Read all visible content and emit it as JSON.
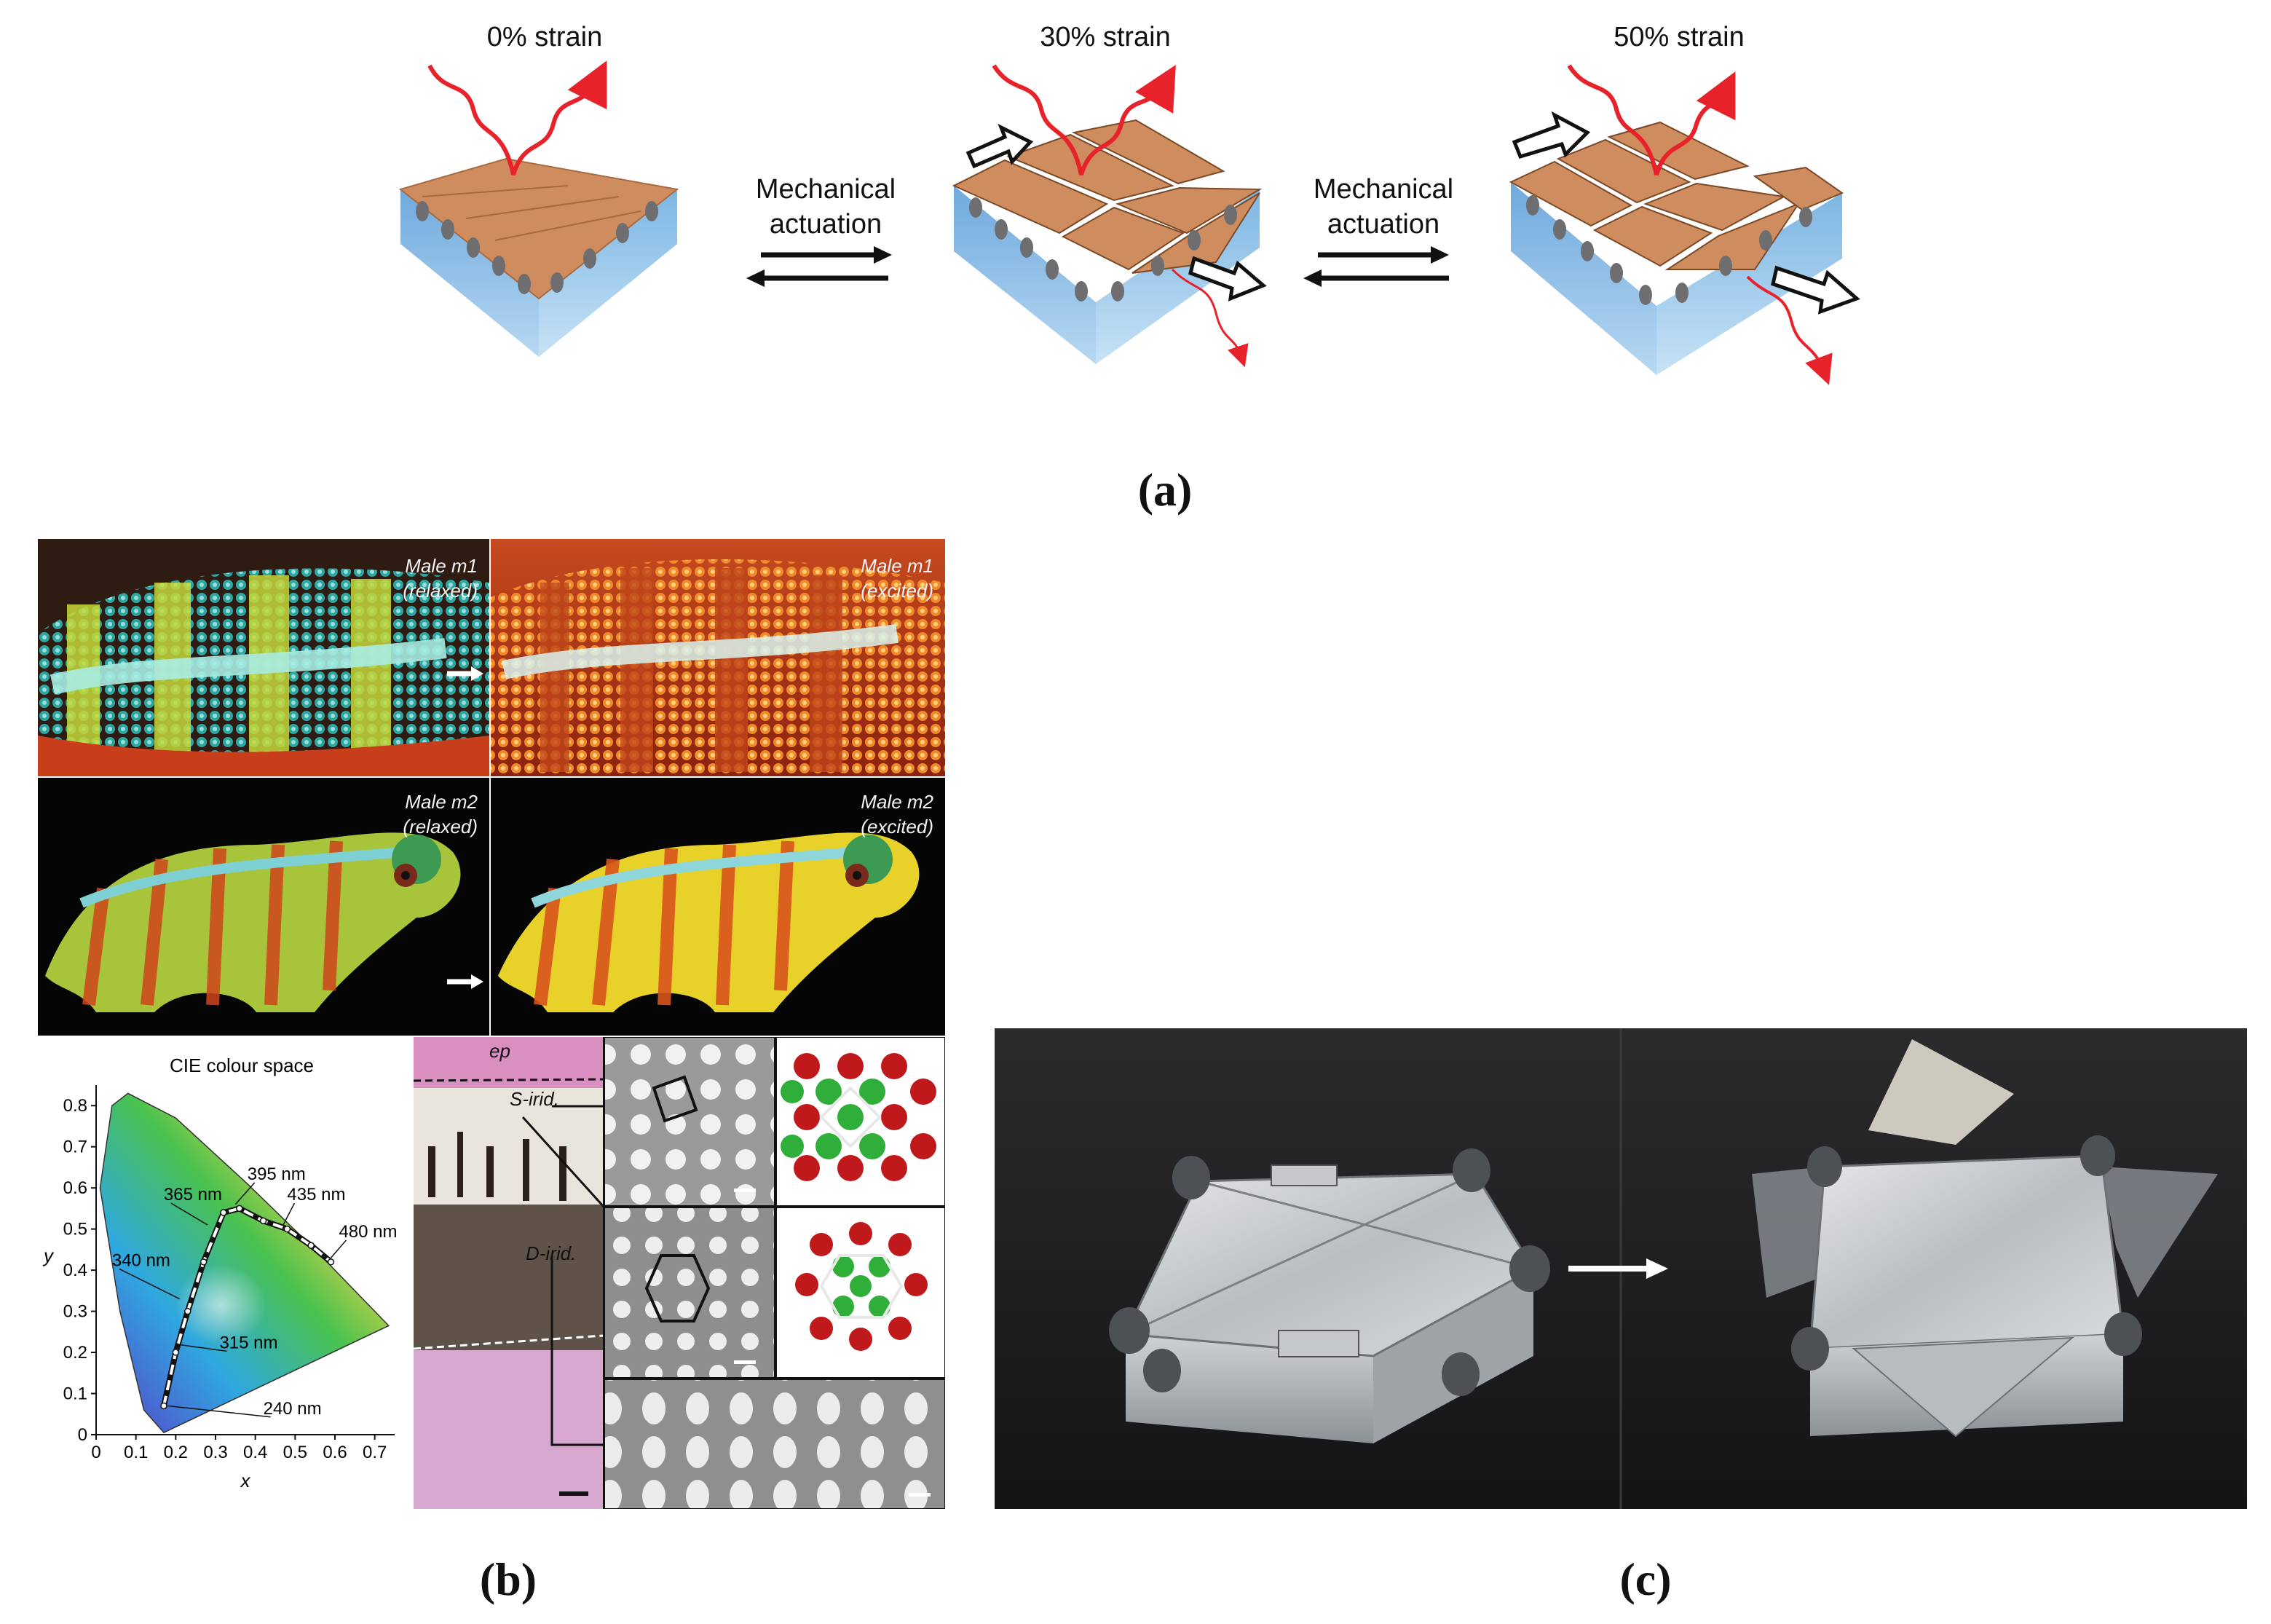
{
  "panel_a": {
    "states": [
      {
        "label": "0% strain"
      },
      {
        "label": "30% strain"
      },
      {
        "label": "50% strain"
      }
    ],
    "transition_label": "Mechanical actuation",
    "panel_label": "(a)",
    "colors": {
      "plates": "#cf8c5e",
      "substrate": "#8ec3ea",
      "light": "#e8222a"
    }
  },
  "panel_b": {
    "photo_labels": [
      {
        "name": "Male m1",
        "state": "(relaxed)"
      },
      {
        "name": "Male m1",
        "state": "(excited)"
      },
      {
        "name": "Male m2",
        "state": "(relaxed)"
      },
      {
        "name": "Male m2",
        "state": "(excited)"
      }
    ],
    "cie_chart": {
      "title": "CIE colour space",
      "xlabel": "x",
      "ylabel": "y",
      "x_ticks": [
        "0",
        "0.1",
        "0.2",
        "0.3",
        "0.4",
        "0.5",
        "0.6",
        "0.7"
      ],
      "y_ticks": [
        "0",
        "0.1",
        "0.2",
        "0.3",
        "0.4",
        "0.5",
        "0.6",
        "0.7",
        "0.8"
      ],
      "annotations": [
        "395 nm",
        "435 nm",
        "365 nm",
        "480 nm",
        "340 nm",
        "315 nm",
        "240 nm"
      ]
    },
    "histology_labels": [
      "ep",
      "S-irid.",
      "D-irid."
    ],
    "panel_label": "(b)"
  },
  "panel_c": {
    "panel_label": "(c)"
  },
  "chart_data": {
    "type": "line",
    "title": "CIE colour space",
    "xlabel": "x",
    "ylabel": "y",
    "xlim": [
      0,
      0.75
    ],
    "ylim": [
      0,
      0.85
    ],
    "series": [
      {
        "x": [
          0.17,
          0.2,
          0.23,
          0.27,
          0.32,
          0.36,
          0.42,
          0.48,
          0.54,
          0.59
        ],
        "y": [
          0.07,
          0.2,
          0.3,
          0.42,
          0.54,
          0.55,
          0.52,
          0.5,
          0.46,
          0.42
        ]
      }
    ]
  }
}
